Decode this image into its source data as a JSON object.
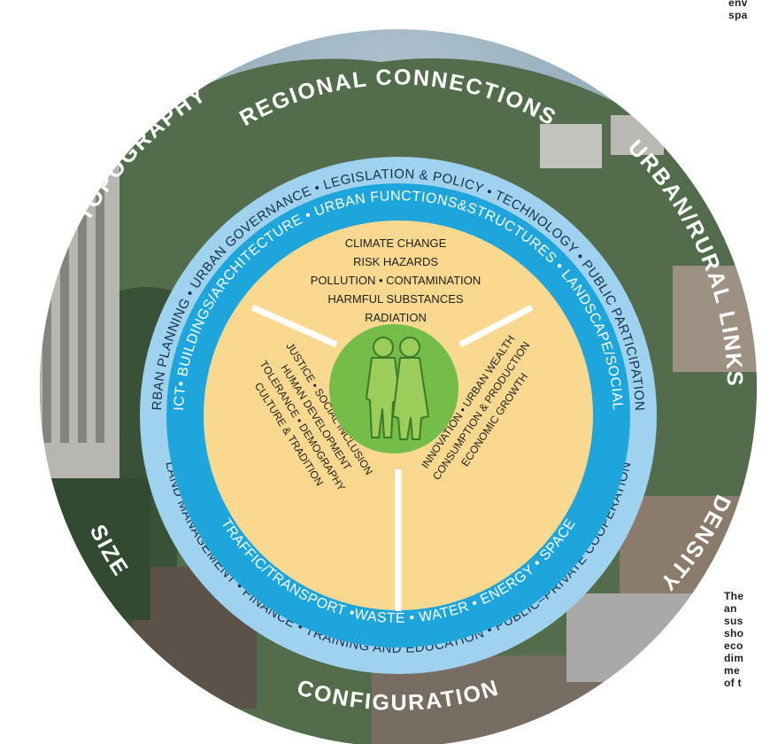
{
  "outer_ring": {
    "labels": [
      "REGIONAL CONNECTIONS",
      "TOPOGRAPHY",
      "URBAN/RURAL LINKS",
      "SIZE",
      "DENSITY",
      "CONFIGURATION"
    ]
  },
  "governance_ring": {
    "top_text": "URBAN PLANNING • URBAN GOVERNANCE • LEGISLATION & POLICY • TECHNOLOGY • PUBLIC PARTICIPATION •",
    "bottom_text": "LAND MANAGEMENT • FINANCE • TRAINING AND EDUCATION • PUBLIC–PRIVATE COOPERATION"
  },
  "functions_ring": {
    "top_text": "ICT• BUILDINGS/ARCHITECTURE • URBAN FUNCTIONS&STRUCTURES • LANDSCAPE/SOCIAL",
    "bottom_text": "TRAFFIC/TRANSPORT •WASTE • WATER • ENERGY • SPACE"
  },
  "core": {
    "environment_lines": [
      "CLIMATE CHANGE",
      "RISK HAZARDS",
      "POLLUTION • CONTAMINATION",
      "HARMFUL SUBSTANCES",
      "RADIATION"
    ],
    "social_lines": [
      "JUSTICE • SOCIAL INCLUSION",
      "HUMAN DEVELOPMENT",
      "TOLERANCE • DEMOGRAPHY",
      "CULTURE & TRADITION"
    ],
    "economic_lines": [
      "INNOVATION • URBAN WEALTH",
      "CONSUMPTION & PRODUCTION",
      "ECONOMIC GROWTH"
    ]
  },
  "side_text_top": [
    "env",
    "spa"
  ],
  "side_text_bottom": [
    "The",
    "an",
    "sus",
    "sho",
    "eco",
    "dim",
    "me",
    "of t"
  ],
  "colors": {
    "outer_ring_blue": "#8fc4e3",
    "governance_ring": "#9fd2ef",
    "functions_ring": "#1ea6dc",
    "core": "#f8d98f",
    "people_circle": "#73bd48",
    "people_fill": "#9ccd5a",
    "people_stroke": "#3b7a2a"
  }
}
